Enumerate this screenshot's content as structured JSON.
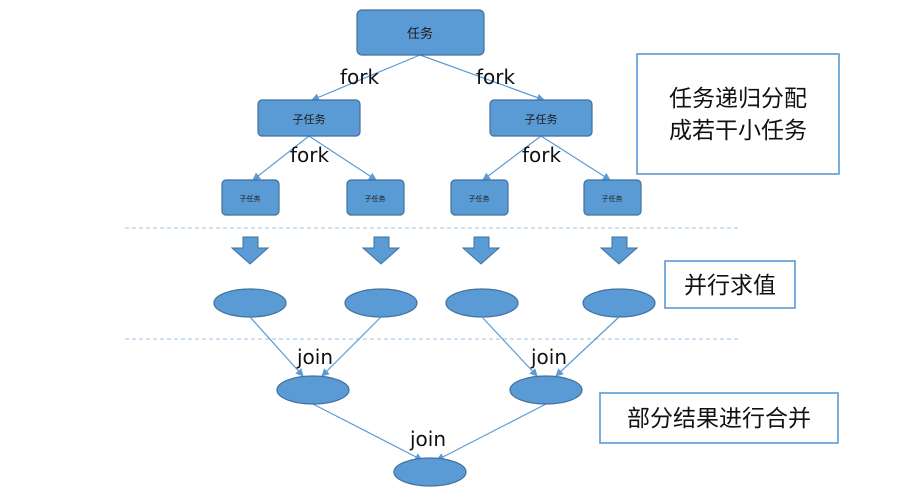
{
  "nodes": {
    "root": "任务",
    "sub": "子任务",
    "leaf": "子任务"
  },
  "edge_labels": {
    "fork": "fork",
    "join": "join"
  },
  "notes": {
    "divide_line1": "任务递归分配",
    "divide_line2": "成若干小任务",
    "parallel": "并行求值",
    "merge": "部分结果进行合并"
  },
  "colors": {
    "node_fill": "#5b9bd5",
    "node_stroke": "#41719c",
    "note_border": "#5b9bd5"
  }
}
